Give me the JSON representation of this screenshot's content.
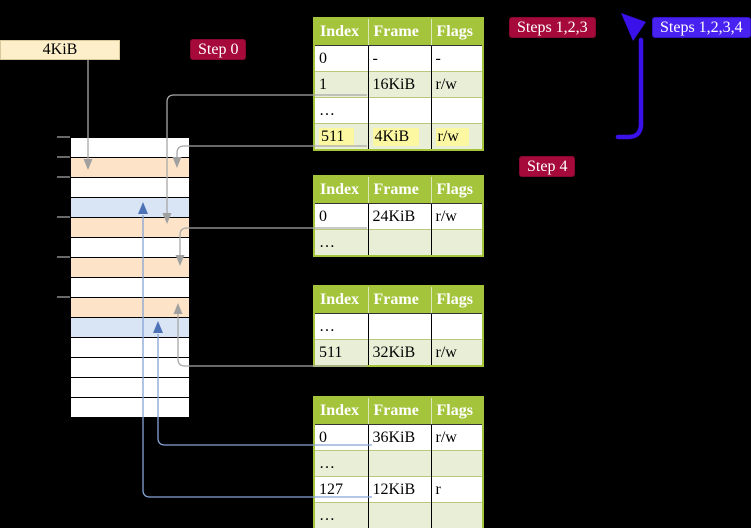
{
  "palette": {
    "background": "#000000",
    "table_header_green": "#a4c43c",
    "table_row_light_green": "#e9efd7",
    "highlight_yellow": "#fcf8a2",
    "memory_frame_peach": "#fde4c8",
    "memory_frame_blue": "#d9e4f4",
    "badge_crimson": "#a60a3a",
    "badge_blue_violet": "#4822f0",
    "gray_connector": "#a8a8a8",
    "blue_connector": "#86a4d6",
    "thick_arrow_blue": "#3a12e9",
    "page_size_label_bg": "#fcefca"
  },
  "page_size_label": "4KiB",
  "badges": {
    "step0": "Step 0",
    "steps123": "Steps 1,2,3",
    "steps1234": "Steps 1,2,3,4",
    "step4": "Step 4"
  },
  "memory": {
    "rows": [
      {
        "kind": "white"
      },
      {
        "kind": "peach"
      },
      {
        "kind": "white"
      },
      {
        "kind": "blue"
      },
      {
        "kind": "peach"
      },
      {
        "kind": "white"
      },
      {
        "kind": "peach"
      },
      {
        "kind": "white"
      },
      {
        "kind": "peach"
      },
      {
        "kind": "blue"
      },
      {
        "kind": "white"
      },
      {
        "kind": "white"
      },
      {
        "kind": "white"
      },
      {
        "kind": "white"
      }
    ],
    "tick_row_boundaries": [
      0,
      1,
      2,
      4,
      6,
      8
    ]
  },
  "tables": [
    {
      "header": [
        "Index",
        "Frame",
        "Flags"
      ],
      "rows": [
        {
          "cells": [
            "0",
            "-",
            "-"
          ],
          "shade": false,
          "highlight": false
        },
        {
          "cells": [
            "1",
            "16KiB",
            "r/w"
          ],
          "shade": true,
          "highlight": false,
          "linked": true
        },
        {
          "cells": [
            "…",
            "",
            ""
          ],
          "shade": false,
          "highlight": false
        },
        {
          "cells": [
            "511",
            "4KiB",
            "r/w"
          ],
          "shade": true,
          "highlight": true,
          "linked": true
        }
      ]
    },
    {
      "header": [
        "Index",
        "Frame",
        "Flags"
      ],
      "rows": [
        {
          "cells": [
            "0",
            "24KiB",
            "r/w"
          ],
          "shade": false,
          "highlight": false,
          "linked": true
        },
        {
          "cells": [
            "…",
            "",
            ""
          ],
          "shade": true,
          "highlight": false
        }
      ]
    },
    {
      "header": [
        "Index",
        "Frame",
        "Flags"
      ],
      "rows": [
        {
          "cells": [
            "…",
            "",
            ""
          ],
          "shade": false,
          "highlight": false
        },
        {
          "cells": [
            "511",
            "32KiB",
            "r/w"
          ],
          "shade": true,
          "highlight": false,
          "linked": true
        }
      ]
    },
    {
      "header": [
        "Index",
        "Frame",
        "Flags"
      ],
      "rows": [
        {
          "cells": [
            "0",
            "36KiB",
            "r/w"
          ],
          "shade": false,
          "highlight": false,
          "linked": true
        },
        {
          "cells": [
            "…",
            "",
            ""
          ],
          "shade": true,
          "highlight": false
        },
        {
          "cells": [
            "127",
            "12KiB",
            "r"
          ],
          "shade": false,
          "highlight": false,
          "linked": true
        },
        {
          "cells": [
            "…",
            "",
            ""
          ],
          "shade": true,
          "highlight": false
        }
      ]
    }
  ]
}
